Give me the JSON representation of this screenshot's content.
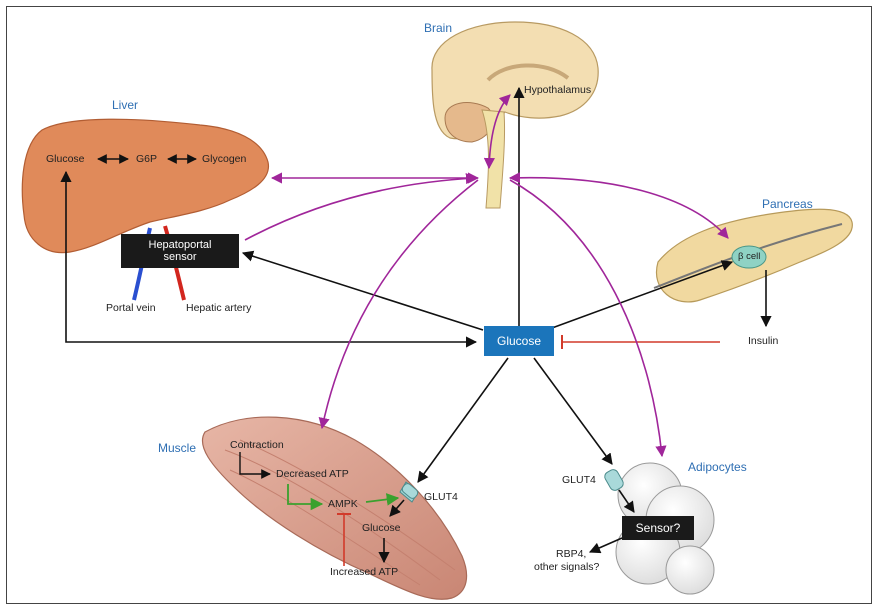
{
  "organs": {
    "brain": "Brain",
    "liver": "Liver",
    "pancreas": "Pancreas",
    "muscle": "Muscle",
    "adipocytes": "Adipocytes"
  },
  "brain": {
    "hypothalamus": "Hypothalamus"
  },
  "liver": {
    "glucose": "Glucose",
    "g6p": "G6P",
    "glycogen": "Glycogen",
    "sensor_line1": "Hepatoportal",
    "sensor_line2": "sensor",
    "portal_vein": "Portal vein",
    "hepatic_artery": "Hepatic artery"
  },
  "pancreas": {
    "beta_cell": "β cell",
    "insulin": "Insulin"
  },
  "center": {
    "glucose": "Glucose"
  },
  "muscle": {
    "contraction": "Contraction",
    "decreased_atp": "Decreased ATP",
    "ampk": "AMPK",
    "glut4": "GLUT4",
    "glucose": "Glucose",
    "increased_atp": "Increased ATP"
  },
  "adipocytes": {
    "glut4": "GLUT4",
    "sensor": "Sensor?",
    "rbp4_line1": "RBP4,",
    "rbp4_line2": "other signals?"
  },
  "colors": {
    "title_blue": "#2f6fb3",
    "purple_arrow": "#a0269a",
    "black_arrow": "#111111",
    "red_inhibit": "#d23a2a",
    "green_arrow": "#3aa12e",
    "glucose_box": "#1b75bb",
    "liver": "#e08a5a",
    "pancreas": "#f1d9a0",
    "muscle": "#d9a08f"
  }
}
